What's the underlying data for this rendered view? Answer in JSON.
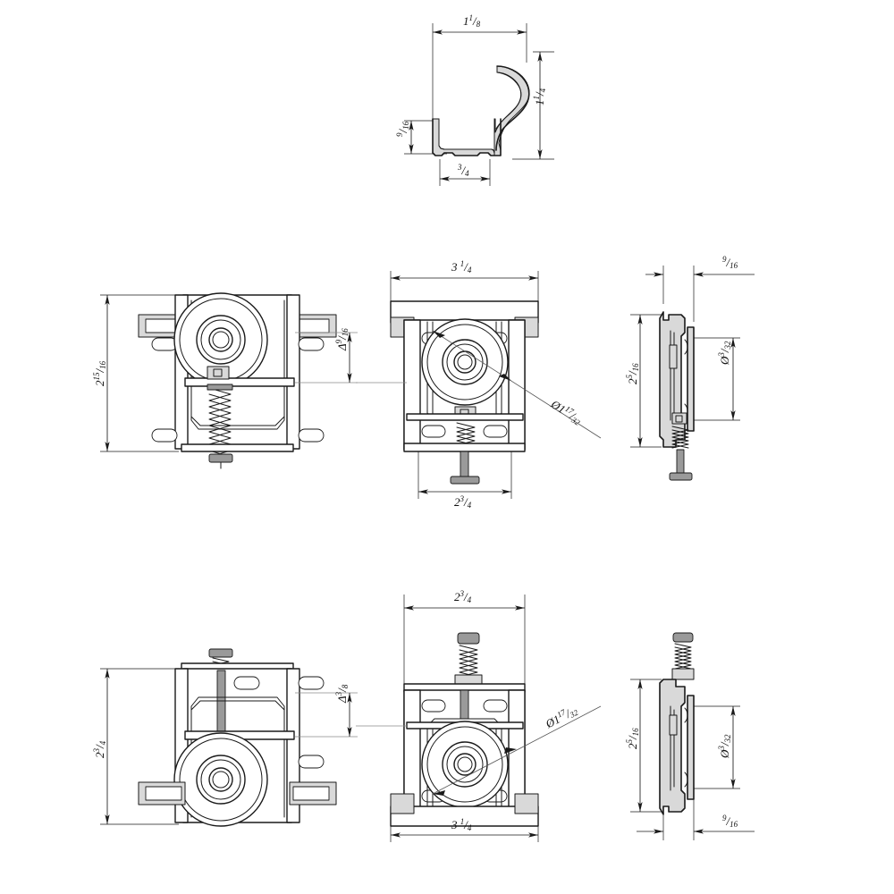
{
  "sheet": {
    "title": "Sliding door roller hanger assembly technical drawing",
    "background_color": "#ffffff",
    "line_color": "#1a1a1a",
    "shade_color": "#d9d9d9",
    "leader_color": "#555555",
    "units": "inches"
  },
  "views": {
    "track_profile": {
      "name": "track-profile-section",
      "dimensions": {
        "overall_width": {
          "whole": "1",
          "num": "1",
          "den": "8",
          "text": "1 1/8"
        },
        "overall_height": {
          "whole": "1",
          "num": "1",
          "den": "4",
          "text": "1 1/4"
        },
        "channel_height": {
          "whole": "",
          "num": "9",
          "den": "16",
          "text": "9/16"
        },
        "channel_width": {
          "whole": "",
          "num": "3",
          "den": "4",
          "text": "3/4"
        }
      }
    },
    "top_front": {
      "name": "hanger-front-view-top-mount",
      "dimensions": {
        "height": {
          "whole": "2",
          "num": "15",
          "den": "16",
          "text": "2 15/16"
        },
        "adjust": {
          "prefix": "Δ",
          "whole": "",
          "num": "9",
          "den": "16",
          "text": "Δ 9/16"
        }
      }
    },
    "top_plan": {
      "name": "hanger-plan-view-top-mount",
      "dimensions": {
        "width_top": {
          "whole": "3",
          "num": "1",
          "den": "4",
          "text": "3 1/4"
        },
        "width_bottom": {
          "whole": "2",
          "num": "3",
          "den": "4",
          "text": "2 3/4"
        },
        "wheel_dia": {
          "prefix": "Ø",
          "whole": "1",
          "num": "17",
          "den": "32",
          "text": "Ø 1 17/32"
        }
      }
    },
    "top_side": {
      "name": "hanger-side-view-top-mount",
      "dimensions": {
        "thickness": {
          "whole": "",
          "num": "9",
          "den": "16",
          "text": "9/16"
        },
        "height": {
          "whole": "2",
          "num": "5",
          "den": "16",
          "text": "2 5/16"
        },
        "wheel_thickness": {
          "prefix": "Ø",
          "whole": "",
          "num": "3",
          "den": "32",
          "text": "Ø 3/32"
        }
      }
    },
    "bottom_front": {
      "name": "hanger-front-view-bottom-mount",
      "dimensions": {
        "height": {
          "whole": "2",
          "num": "3",
          "den": "4",
          "text": "2 3/4"
        },
        "adjust": {
          "prefix": "Δ",
          "whole": "",
          "num": "3",
          "den": "8",
          "text": "Δ 3/8"
        }
      }
    },
    "bottom_plan": {
      "name": "hanger-plan-view-bottom-mount",
      "dimensions": {
        "width_top": {
          "whole": "2",
          "num": "3",
          "den": "4",
          "text": "2 3/4"
        },
        "width_bottom": {
          "whole": "3",
          "num": "1",
          "den": "4",
          "text": "3 1/4"
        },
        "wheel_dia": {
          "prefix": "Ø",
          "whole": "1",
          "num": "17",
          "den": "32",
          "text": "Ø 1 17/32"
        }
      }
    },
    "bottom_side": {
      "name": "hanger-side-view-bottom-mount",
      "dimensions": {
        "height": {
          "whole": "2",
          "num": "5",
          "den": "16",
          "text": "2 5/16"
        },
        "wheel_thickness": {
          "prefix": "Ø",
          "whole": "",
          "num": "3",
          "den": "32",
          "text": "Ø 3/32"
        },
        "thickness": {
          "whole": "",
          "num": "9",
          "den": "16",
          "text": "9/16"
        }
      }
    }
  }
}
